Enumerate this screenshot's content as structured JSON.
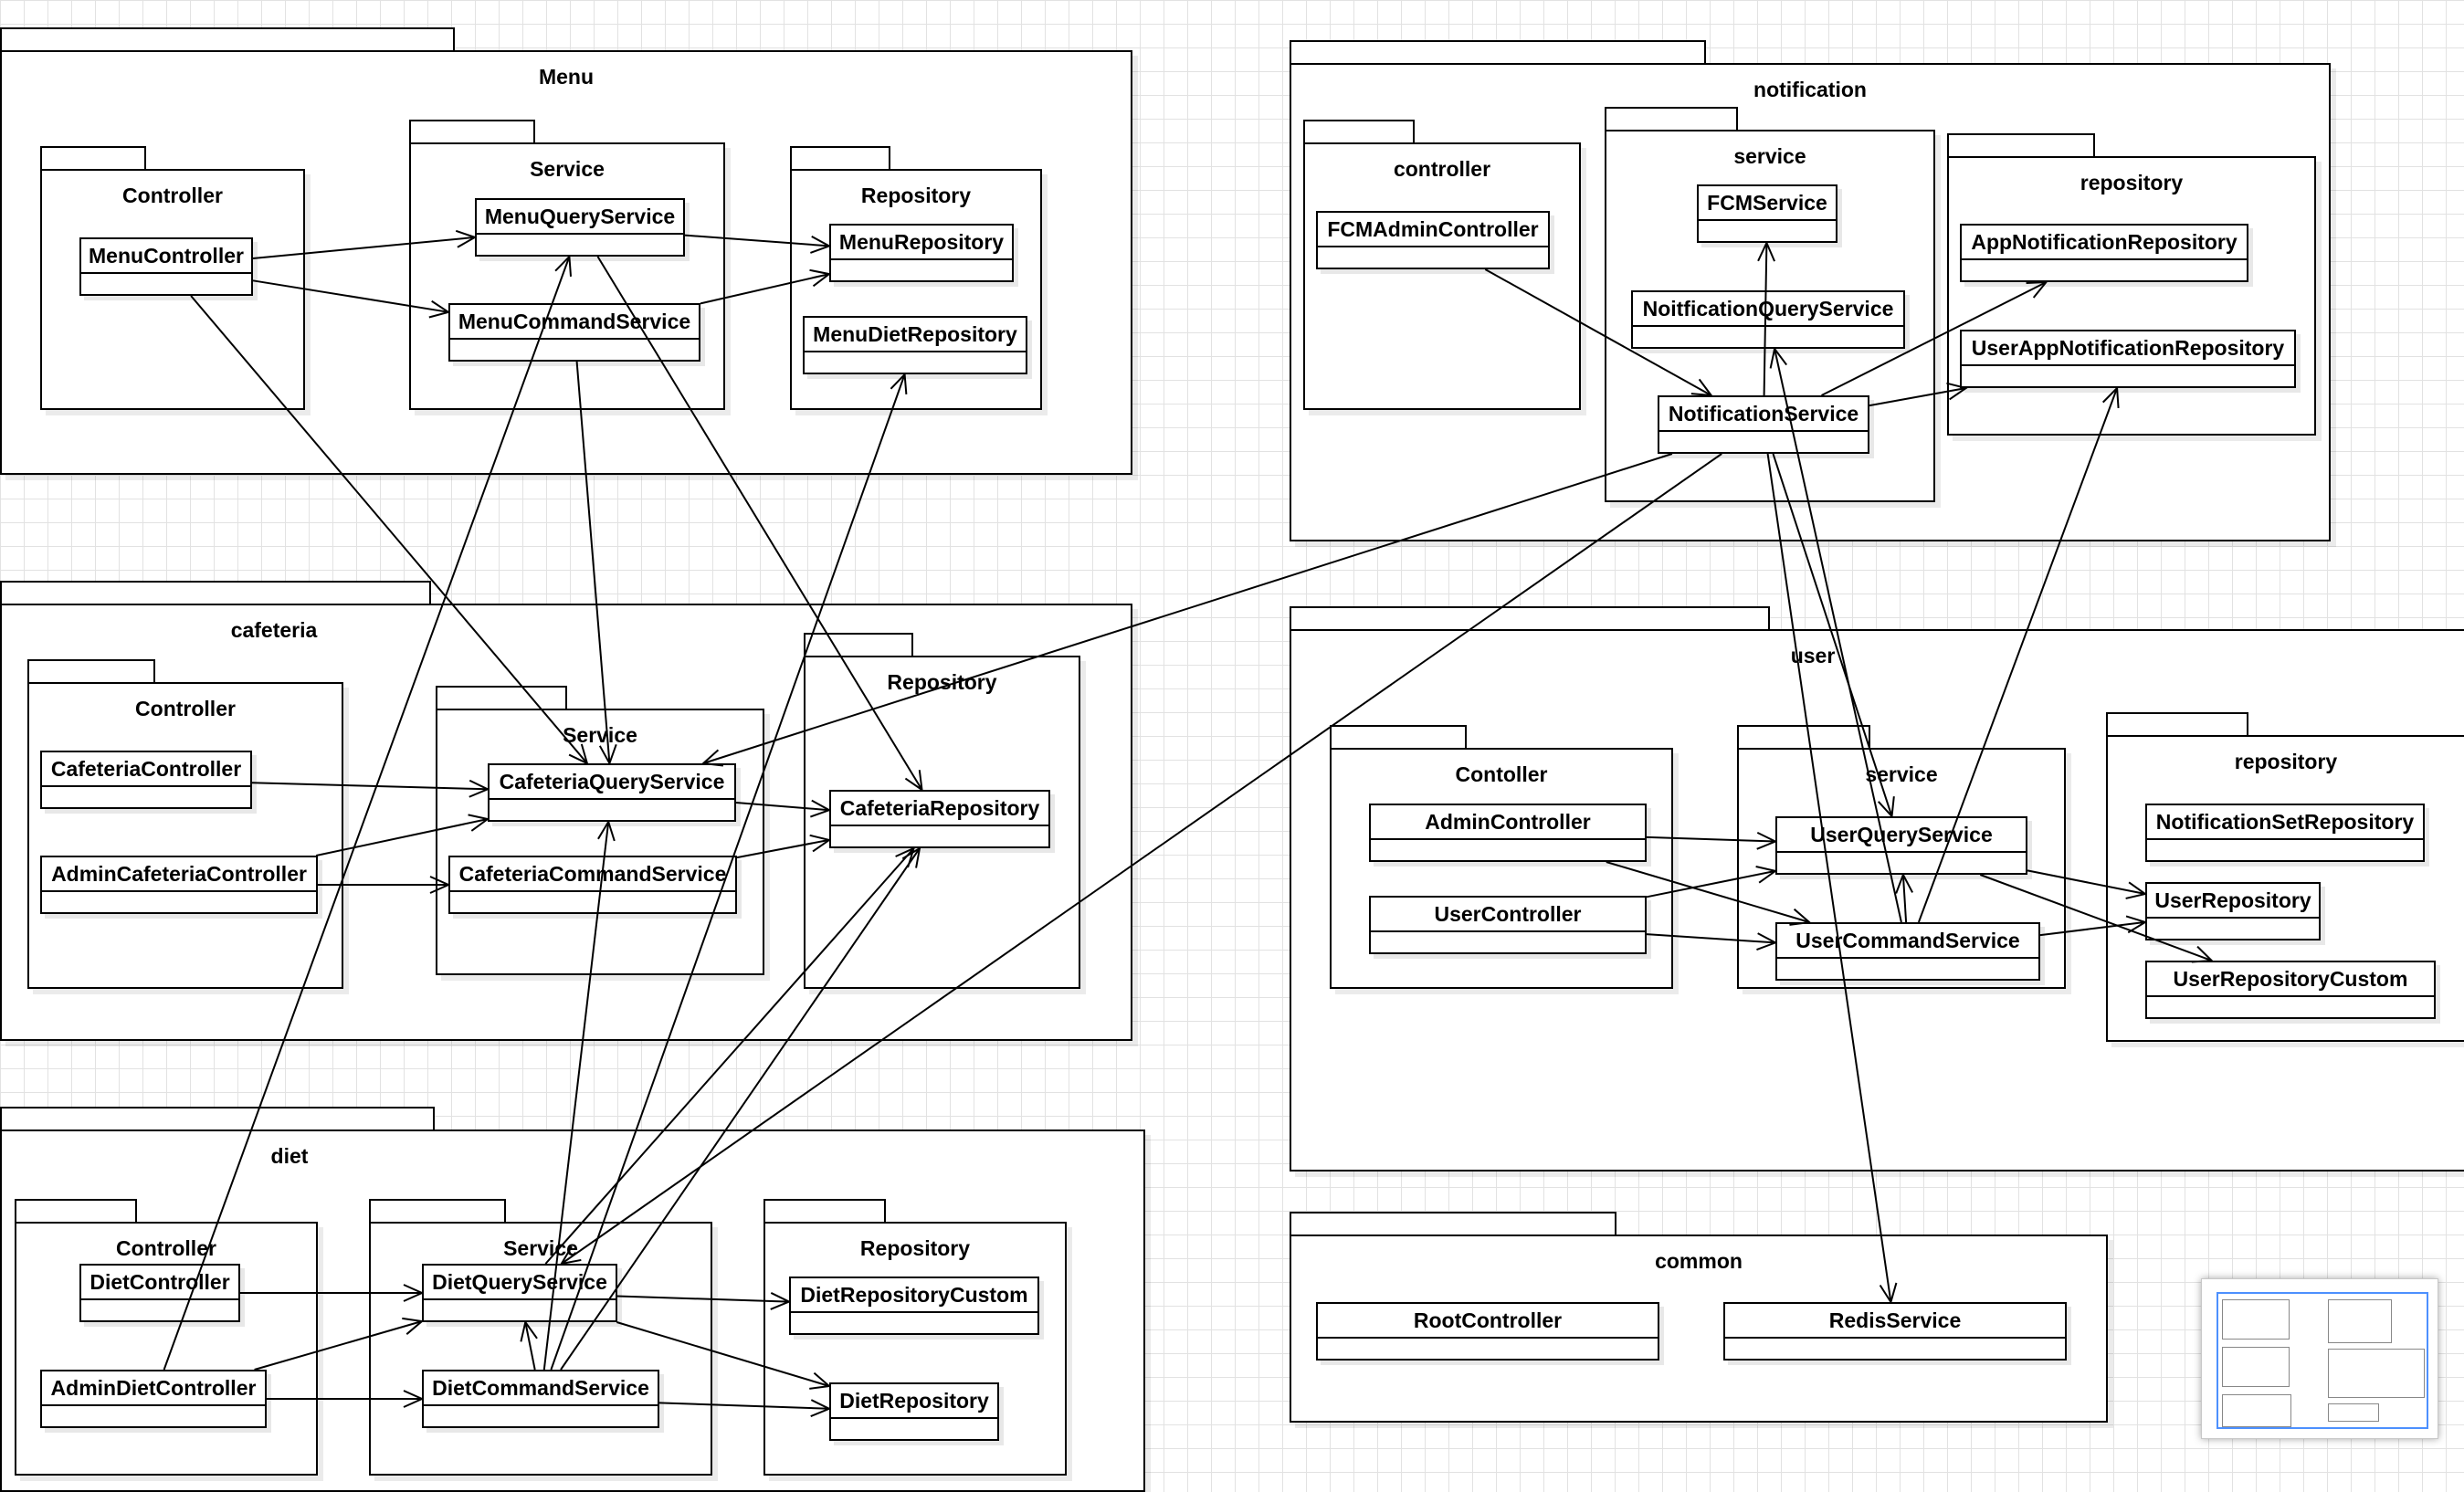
{
  "packages": {
    "menu": {
      "title": "Menu",
      "controller": {
        "title": "Controller"
      },
      "service": {
        "title": "Service"
      },
      "repository": {
        "title": "Repository"
      }
    },
    "cafeteria": {
      "title": "cafeteria",
      "controller": {
        "title": "Controller"
      },
      "service": {
        "title": "Service"
      },
      "repository": {
        "title": "Repository"
      }
    },
    "diet": {
      "title": "diet",
      "controller": {
        "title": "Controller"
      },
      "service": {
        "title": "Service"
      },
      "repository": {
        "title": "Repository"
      }
    },
    "notification": {
      "title": "notification",
      "controller": {
        "title": "controller"
      },
      "service": {
        "title": "service"
      },
      "repository": {
        "title": "repository"
      }
    },
    "user": {
      "title": "user",
      "controller": {
        "title": "Contoller"
      },
      "service": {
        "title": "service"
      },
      "repository": {
        "title": "repository"
      }
    },
    "common": {
      "title": "common"
    }
  },
  "classes": {
    "MenuController": "MenuController",
    "MenuQueryService": "MenuQueryService",
    "MenuCommandService": "MenuCommandService",
    "MenuRepository": "MenuRepository",
    "MenuDietRepository": "MenuDietRepository",
    "CafeteriaController": "CafeteriaController",
    "AdminCafeteriaController": "AdminCafeteriaController",
    "CafeteriaQueryService": "CafeteriaQueryService",
    "CafeteriaCommandService": "CafeteriaCommandService",
    "CafeteriaRepository": "CafeteriaRepository",
    "DietController": "DietController",
    "AdminDietController": "AdminDietController",
    "DietQueryService": "DietQueryService",
    "DietCommandService": "DietCommandService",
    "DietRepositoryCustom": "DietRepositoryCustom",
    "DietRepository": "DietRepository",
    "FCMAdminController": "FCMAdminController",
    "FCMService": "FCMService",
    "NoitficationQueryService": "NoitficationQueryService",
    "NotificationService": "NotificationService",
    "AppNotificationRepository": "AppNotificationRepository",
    "UserAppNotificationRepository": "UserAppNotificationRepository",
    "AdminController": "AdminController",
    "UserController": "UserController",
    "UserQueryService": "UserQueryService",
    "UserCommandService": "UserCommandService",
    "NotificationSetRepository": "NotificationSetRepository",
    "UserRepository": "UserRepository",
    "UserRepositoryCustom": "UserRepositoryCustom",
    "RootController": "RootController",
    "RedisService": "RedisService"
  },
  "dependencies": [
    {
      "from": "MenuController",
      "to": "MenuQueryService"
    },
    {
      "from": "MenuController",
      "to": "MenuCommandService"
    },
    {
      "from": "MenuController",
      "to": "CafeteriaQueryService"
    },
    {
      "from": "MenuQueryService",
      "to": "MenuRepository"
    },
    {
      "from": "MenuQueryService",
      "to": "CafeteriaRepository"
    },
    {
      "from": "MenuCommandService",
      "to": "MenuRepository"
    },
    {
      "from": "MenuCommandService",
      "to": "CafeteriaQueryService"
    },
    {
      "from": "CafeteriaController",
      "to": "CafeteriaQueryService"
    },
    {
      "from": "AdminCafeteriaController",
      "to": "CafeteriaQueryService"
    },
    {
      "from": "AdminCafeteriaController",
      "to": "CafeteriaCommandService"
    },
    {
      "from": "CafeteriaQueryService",
      "to": "CafeteriaRepository"
    },
    {
      "from": "CafeteriaCommandService",
      "to": "CafeteriaRepository"
    },
    {
      "from": "DietController",
      "to": "DietQueryService"
    },
    {
      "from": "AdminDietController",
      "to": "DietQueryService"
    },
    {
      "from": "AdminDietController",
      "to": "DietCommandService"
    },
    {
      "from": "AdminDietController",
      "to": "MenuQueryService"
    },
    {
      "from": "DietQueryService",
      "to": "DietRepositoryCustom"
    },
    {
      "from": "DietQueryService",
      "to": "DietRepository"
    },
    {
      "from": "DietQueryService",
      "to": "CafeteriaRepository"
    },
    {
      "from": "DietCommandService",
      "to": "DietQueryService"
    },
    {
      "from": "DietCommandService",
      "to": "DietRepository"
    },
    {
      "from": "DietCommandService",
      "to": "CafeteriaQueryService"
    },
    {
      "from": "DietCommandService",
      "to": "CafeteriaRepository"
    },
    {
      "from": "DietCommandService",
      "to": "MenuDietRepository"
    },
    {
      "from": "NotificationService",
      "to": "DietQueryService"
    },
    {
      "from": "NotificationService",
      "to": "CafeteriaQueryService"
    },
    {
      "from": "FCMAdminController",
      "to": "NotificationService"
    },
    {
      "from": "NotificationService",
      "to": "FCMService"
    },
    {
      "from": "NotificationService",
      "to": "AppNotificationRepository"
    },
    {
      "from": "NotificationService",
      "to": "UserAppNotificationRepository"
    },
    {
      "from": "NotificationService",
      "to": "UserQueryService"
    },
    {
      "from": "NotificationService",
      "to": "RedisService"
    },
    {
      "from": "UserCommandService",
      "to": "NoitficationQueryService"
    },
    {
      "from": "UserCommandService",
      "to": "UserQueryService"
    },
    {
      "from": "UserCommandService",
      "to": "UserAppNotificationRepository"
    },
    {
      "from": "UserCommandService",
      "to": "UserRepository"
    },
    {
      "from": "AdminController",
      "to": "UserQueryService"
    },
    {
      "from": "AdminController",
      "to": "UserCommandService"
    },
    {
      "from": "UserController",
      "to": "UserQueryService"
    },
    {
      "from": "UserController",
      "to": "UserCommandService"
    },
    {
      "from": "UserQueryService",
      "to": "UserRepository"
    },
    {
      "from": "UserQueryService",
      "to": "UserRepositoryCustom"
    }
  ]
}
